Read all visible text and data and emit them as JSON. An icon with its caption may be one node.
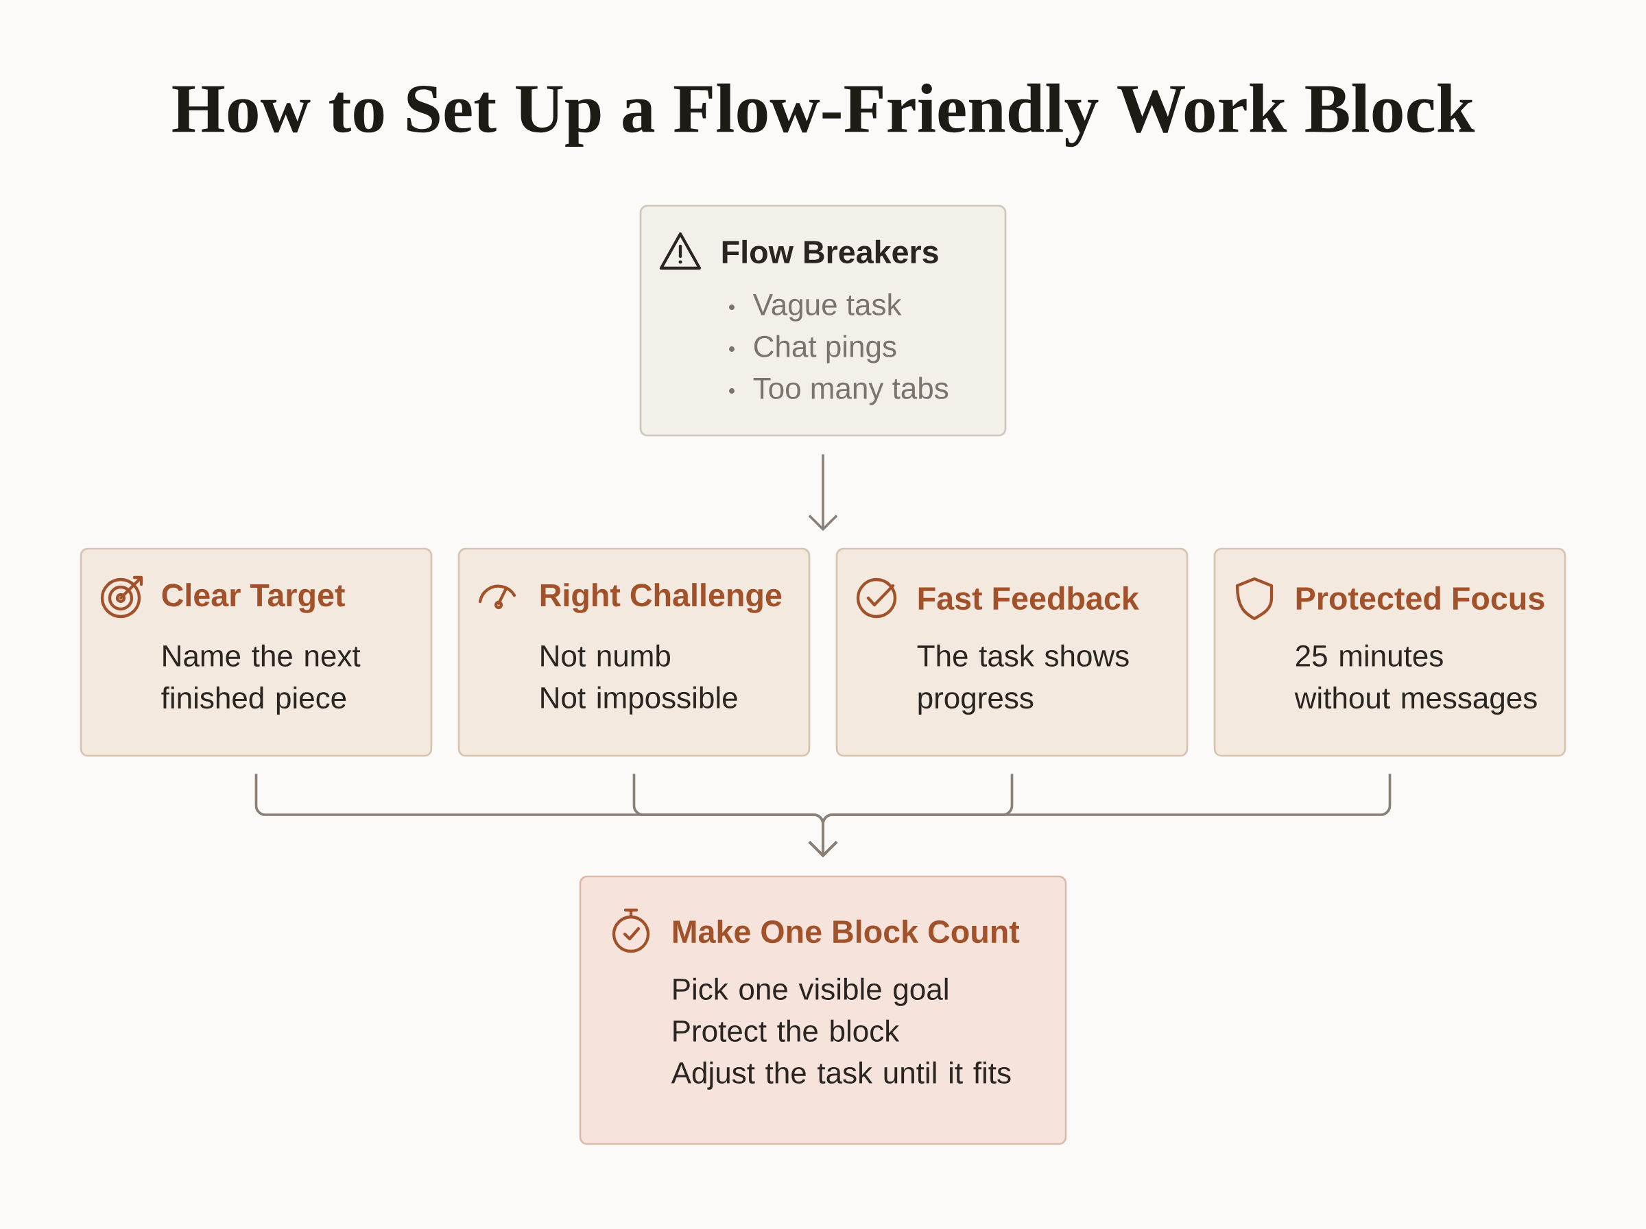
{
  "diagram": {
    "title": "How to Set Up a Flow-Friendly Work Block",
    "nodes": [
      {
        "text": [
          "Flow Breakers",
          "Vague task",
          "Chat pings",
          "Too many tabs"
        ]
      },
      {
        "text": [
          "Clear Target",
          "Name the next finished piece"
        ]
      },
      {
        "text": [
          "Right Challenge",
          "Not numb",
          "Not impossible"
        ]
      },
      {
        "text": [
          "Fast Feedback",
          "The task shows progress"
        ]
      },
      {
        "text": [
          "Protected Focus",
          "25 minutes without messages"
        ]
      },
      {
        "text": [
          "Make One Block Count",
          "Pick one visible goal",
          "Protect the block",
          "Adjust the task until it fits"
        ]
      }
    ],
    "edges": [
      {
        "from": 0,
        "to": null,
        "arrow": "to"
      },
      {
        "from": 1,
        "to": 5,
        "arrow": "to"
      },
      {
        "from": 2,
        "to": 5,
        "arrow": "to"
      },
      {
        "from": 3,
        "to": 5,
        "arrow": "to"
      },
      {
        "from": 4,
        "to": 5,
        "arrow": "to"
      }
    ]
  }
}
